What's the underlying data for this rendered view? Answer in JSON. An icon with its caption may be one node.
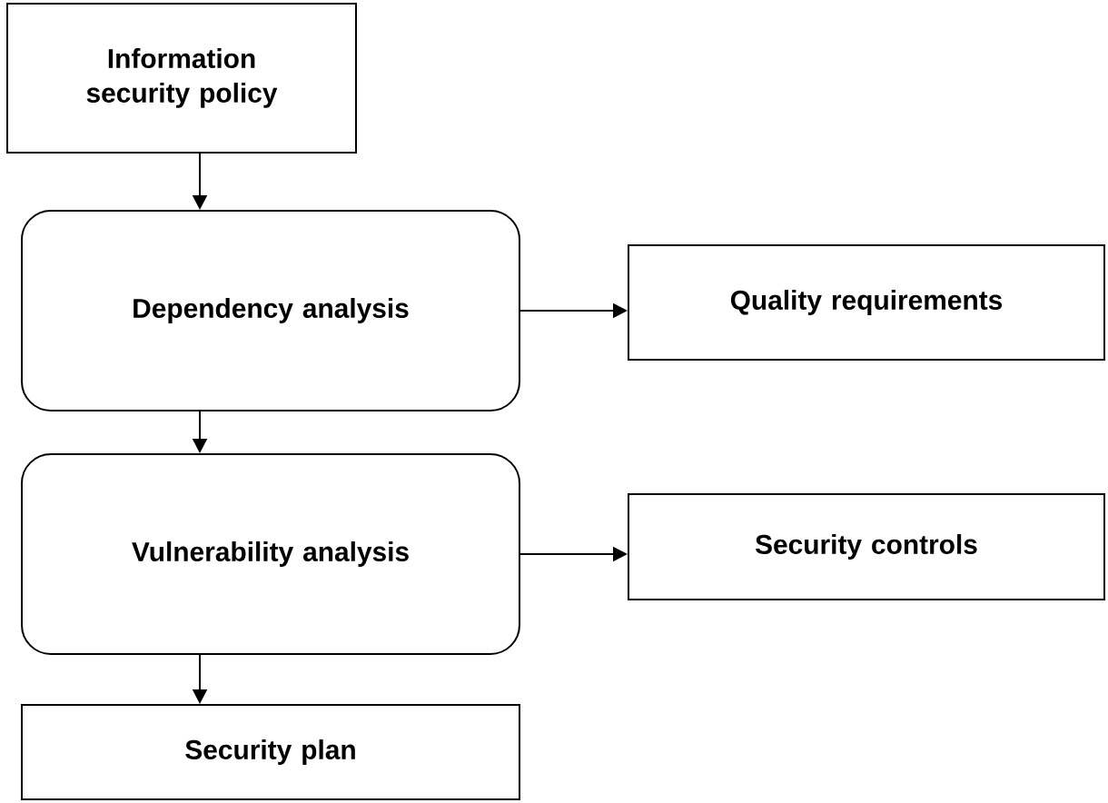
{
  "diagram": {
    "nodes": [
      {
        "text": [
          "Information security policy"
        ]
      },
      {
        "text": [
          "Dependency analysis"
        ]
      },
      {
        "text": [
          "Quality requirements"
        ]
      },
      {
        "text": [
          "Vulnerability analysis"
        ]
      },
      {
        "text": [
          "Security controls"
        ]
      },
      {
        "text": [
          "Security plan"
        ]
      }
    ],
    "edges": [
      {
        "from": 0,
        "to": 1,
        "arrow": "to"
      },
      {
        "from": 1,
        "to": 2,
        "arrow": "to"
      },
      {
        "from": 1,
        "to": 3,
        "arrow": "to"
      },
      {
        "from": 3,
        "to": 4,
        "arrow": "to"
      },
      {
        "from": 3,
        "to": 5,
        "arrow": "to"
      }
    ]
  }
}
